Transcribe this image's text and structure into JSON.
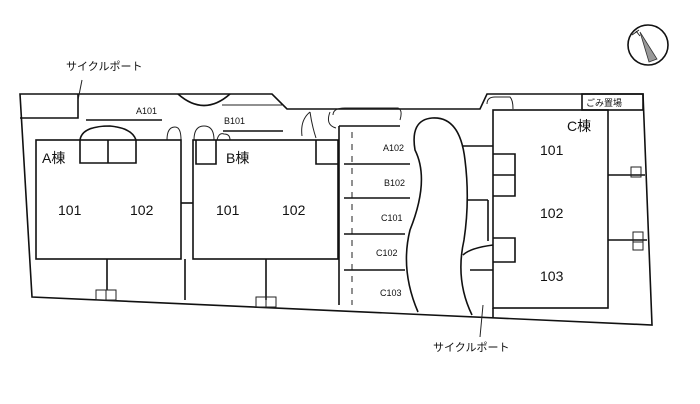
{
  "labels": {
    "cycle_port_top": "サイクルポート",
    "cycle_port_bottom": "サイクルポート",
    "garbage": "ごみ置場"
  },
  "buildings": {
    "a": {
      "name": "A棟",
      "units": [
        "101",
        "102"
      ]
    },
    "b": {
      "name": "B棟",
      "units": [
        "101",
        "102"
      ]
    },
    "c": {
      "name": "C棟",
      "units": [
        "101",
        "102",
        "103"
      ]
    }
  },
  "parking": {
    "top": [
      "A101",
      "B101"
    ],
    "stalls": [
      "A102",
      "B102",
      "C101",
      "C102",
      "C103"
    ]
  },
  "compass": {
    "icon": "north-arrow-icon"
  }
}
